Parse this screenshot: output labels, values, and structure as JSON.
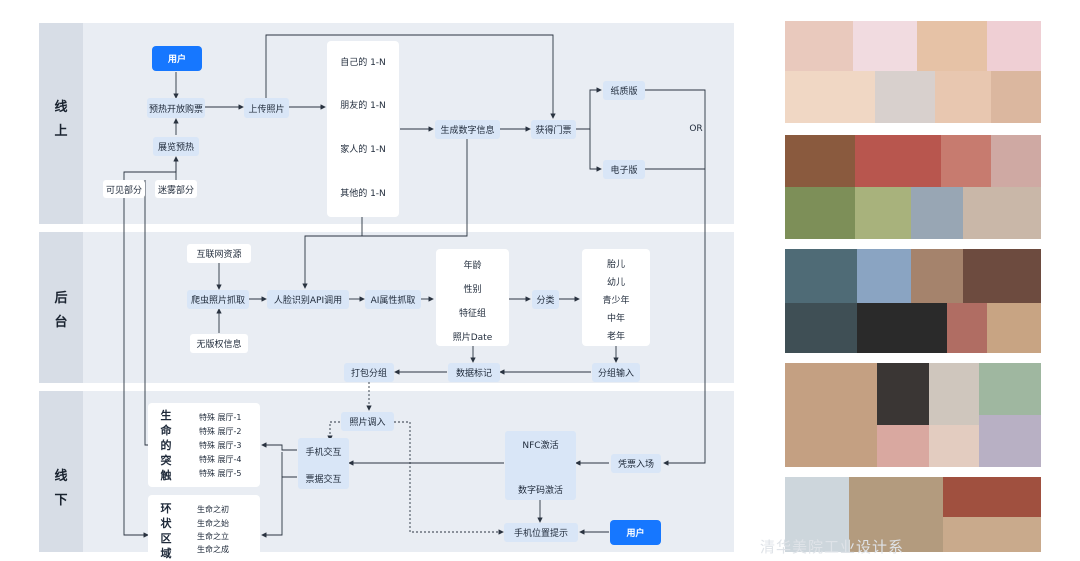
{
  "lanes": {
    "online": "线\n上",
    "backend": "后\n台",
    "offline": "线\n下"
  },
  "online": {
    "user": "用户",
    "presale": "预热开放购票",
    "upload": "上传照片",
    "exhibit_preview": "展览预热",
    "visible_part": "可见部分",
    "fog_part": "迷雾部分",
    "photo_sources": [
      "自己的 1-N",
      "朋友的 1-N",
      "家人的 1-N",
      "其他的 1-N"
    ],
    "gen_digital": "生成数字信息",
    "get_ticket": "获得门票",
    "paper": "纸质版",
    "electronic": "电子版",
    "or": "OR"
  },
  "backend": {
    "internet": "互联网资源",
    "crawler": "爬虫照片抓取",
    "no_copyright": "无版权信息",
    "face_api": "人脸识别API调用",
    "ai_attr": "AI属性抓取",
    "attributes": [
      "年龄",
      "性别",
      "特征组",
      "照片Date"
    ],
    "classify": "分类",
    "groups": [
      "胎儿",
      "幼儿",
      "青少年",
      "中年",
      "老年"
    ],
    "pack_group": "打包分组",
    "data_mark": "数据标记",
    "group_input": "分组输入"
  },
  "offline": {
    "photo_in": "照片调入",
    "life_title": "生命的突触",
    "life_halls": [
      "特殊 展厅-1",
      "特殊 展厅-2",
      "特殊 展厅-3",
      "特殊 展厅-4",
      "特殊 展厅-5"
    ],
    "ring_title": "环状区域",
    "ring_items": [
      "生命之初",
      "生命之始",
      "生命之立",
      "生命之成"
    ],
    "phone_interact": "手机交互",
    "ticket_interact": "票据交互",
    "nfc": "NFC激活",
    "digital_code": "数字码激活",
    "ticket_entry": "凭票入场",
    "phone_location": "手机位置提示",
    "user": "用户"
  },
  "watermark": "清华美院工业设计系",
  "colors": {
    "accent": "#1677ff",
    "node": "#d9e6f7",
    "band": "#e9edf3",
    "lane": "#d7dde6",
    "wire": "#2a3340"
  }
}
